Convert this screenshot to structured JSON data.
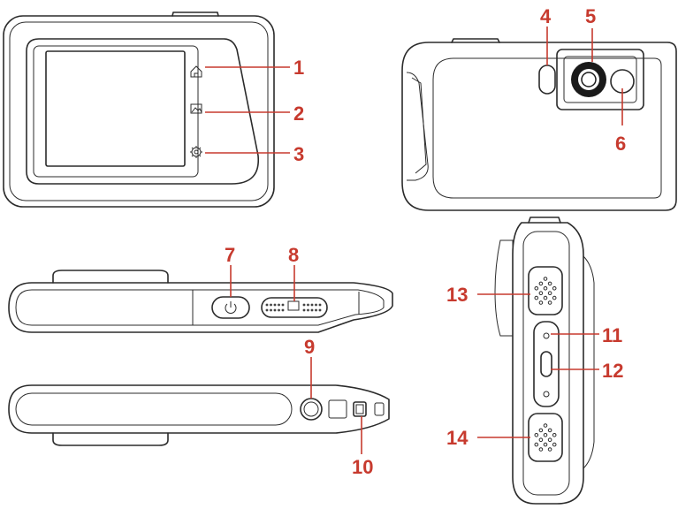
{
  "accent_color": "#c73a2e",
  "outline_color": "#2b2b2b",
  "icons": {
    "home": "home-icon",
    "gallery": "gallery-icon",
    "settings": "gear-icon",
    "power": "power-icon",
    "capture": "camera-icon"
  },
  "callouts": [
    {
      "id": "1",
      "label": "1"
    },
    {
      "id": "2",
      "label": "2"
    },
    {
      "id": "3",
      "label": "3"
    },
    {
      "id": "4",
      "label": "4"
    },
    {
      "id": "5",
      "label": "5"
    },
    {
      "id": "6",
      "label": "6"
    },
    {
      "id": "7",
      "label": "7"
    },
    {
      "id": "8",
      "label": "8"
    },
    {
      "id": "9",
      "label": "9"
    },
    {
      "id": "10",
      "label": "10"
    },
    {
      "id": "11",
      "label": "11"
    },
    {
      "id": "12",
      "label": "12"
    },
    {
      "id": "13",
      "label": "13"
    },
    {
      "id": "14",
      "label": "14"
    }
  ]
}
